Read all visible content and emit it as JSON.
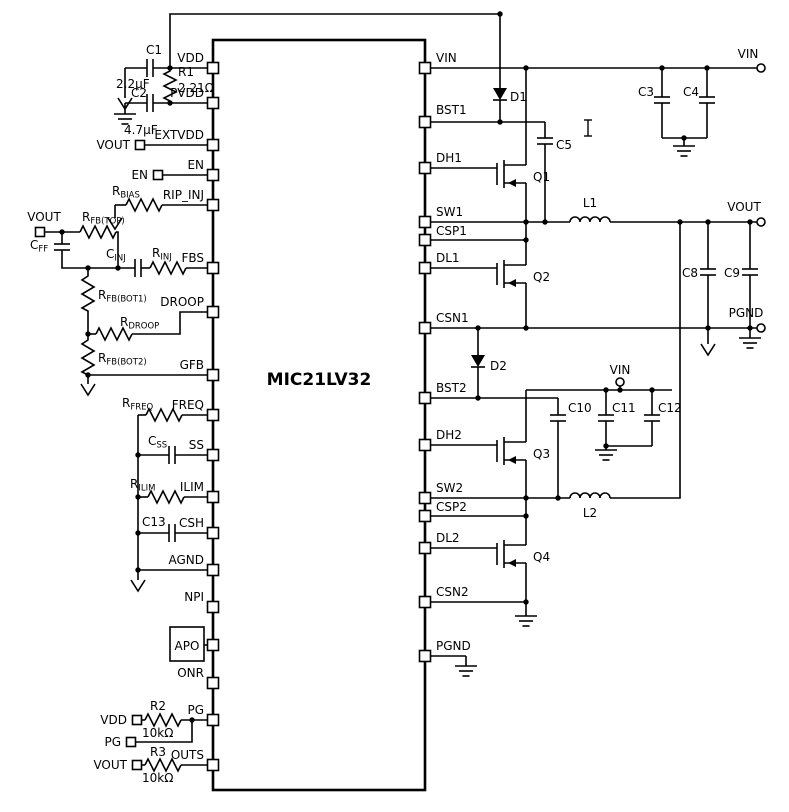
{
  "ic_name": "MIC21LV32",
  "pins": {
    "left": {
      "vdd": "VDD",
      "pvdd": "PVDD",
      "extvdd": "EXTVDD",
      "en": "EN",
      "rip_inj": "RIP_INJ",
      "fbs": "FBS",
      "droop": "DROOP",
      "gfb": "GFB",
      "freq": "FREQ",
      "ss": "SS",
      "ilim": "ILIM",
      "csh": "CSH",
      "agnd": "AGND",
      "npi": "NPI",
      "apo": "APO",
      "onr": "ONR",
      "pg": "PG",
      "outs": "OUTS"
    },
    "right": {
      "vin": "VIN",
      "bst1": "BST1",
      "dh1": "DH1",
      "sw1": "SW1",
      "csp1": "CSP1",
      "dl1": "DL1",
      "csn1": "CSN1",
      "bst2": "BST2",
      "dh2": "DH2",
      "sw2": "SW2",
      "csp2": "CSP2",
      "dl2": "DL2",
      "csn2": "CSN2",
      "pgnd": "PGND"
    }
  },
  "terminals": {
    "vout": "VOUT",
    "vin": "VIN",
    "pgnd": "PGND",
    "en": "EN",
    "vdd": "VDD",
    "pg": "PG"
  },
  "components": {
    "c1": {
      "ref": "C1",
      "value": "2.2µF"
    },
    "r1": {
      "ref": "R1",
      "value": "2.21Ω"
    },
    "c2": {
      "ref": "C2",
      "value": "4.7µF"
    },
    "rbias": {
      "main": "R",
      "sub": "BIAS"
    },
    "rfbtop": {
      "main": "R",
      "sub": "FB(TOP)"
    },
    "cff": {
      "main": "C",
      "sub": "FF"
    },
    "cinj": {
      "main": "C",
      "sub": "INJ"
    },
    "rinj": {
      "main": "R",
      "sub": "INJ"
    },
    "rfbbot1": {
      "main": "R",
      "sub": "FB(BOT1)"
    },
    "rdroop": {
      "main": "R",
      "sub": "DROOP"
    },
    "rfbbot2": {
      "main": "R",
      "sub": "FB(BOT2)"
    },
    "rfreq": {
      "main": "R",
      "sub": "FREQ"
    },
    "css": {
      "main": "C",
      "sub": "SS"
    },
    "rilim": {
      "main": "R",
      "sub": "ILIM"
    },
    "c13": {
      "ref": "C13"
    },
    "r2": {
      "ref": "R2",
      "value": "10kΩ"
    },
    "r3": {
      "ref": "R3",
      "value": "10kΩ"
    },
    "d1": {
      "ref": "D1"
    },
    "d2": {
      "ref": "D2"
    },
    "c3": {
      "ref": "C3"
    },
    "c4": {
      "ref": "C4"
    },
    "c5": {
      "ref": "C5"
    },
    "c8": {
      "ref": "C8"
    },
    "c9": {
      "ref": "C9"
    },
    "c10": {
      "ref": "C10"
    },
    "c11": {
      "ref": "C11"
    },
    "c12": {
      "ref": "C12"
    },
    "q1": {
      "ref": "Q1"
    },
    "q2": {
      "ref": "Q2"
    },
    "q3": {
      "ref": "Q3"
    },
    "q4": {
      "ref": "Q4"
    },
    "l1": {
      "ref": "L1"
    },
    "l2": {
      "ref": "L2"
    }
  }
}
